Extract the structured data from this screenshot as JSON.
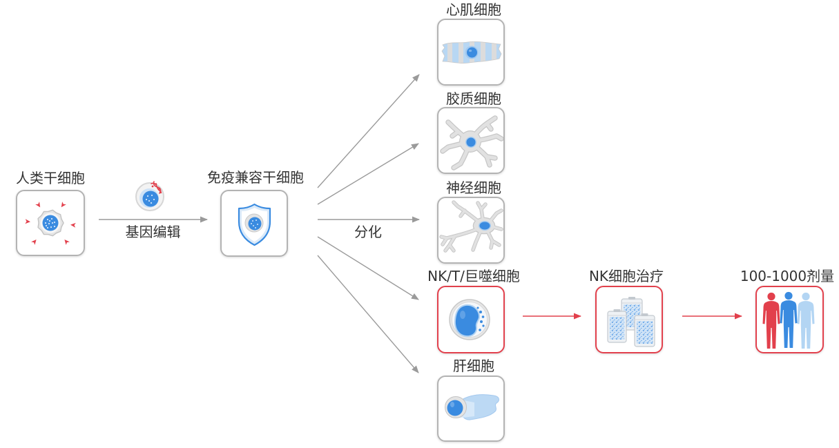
{
  "diagram": {
    "colors": {
      "text": "#333333",
      "box_border": "#b3b3b3",
      "highlight": "#e2404c",
      "arrow": "#9a9a9a",
      "cell_blue": "#3a8be0",
      "cell_light_blue": "#b3d5f3"
    },
    "source": {
      "label": "人类干细胞",
      "icon": "stem-cell-icon"
    },
    "gene_editing": {
      "label": "基因编辑",
      "icon": "gene-editing-icon"
    },
    "compatible": {
      "label": "免疫兼容干细胞",
      "icon": "shield-cell-icon"
    },
    "differentiation": {
      "label": "分化"
    },
    "cell_types": [
      {
        "label": "心肌细胞",
        "icon": "cardiomyocyte-icon"
      },
      {
        "label": "胶质细胞",
        "icon": "glial-cell-icon"
      },
      {
        "label": "神经细胞",
        "icon": "neuron-icon"
      },
      {
        "label": "NK/T/巨噬细胞",
        "icon": "immune-cell-icon"
      },
      {
        "label": "肝细胞",
        "icon": "hepatocyte-icon"
      }
    ],
    "therapy": {
      "label": "NK细胞治疗",
      "icon": "iv-bag-icon"
    },
    "dosage": {
      "label": "100-1000剂量",
      "icon": "patients-icon"
    }
  }
}
